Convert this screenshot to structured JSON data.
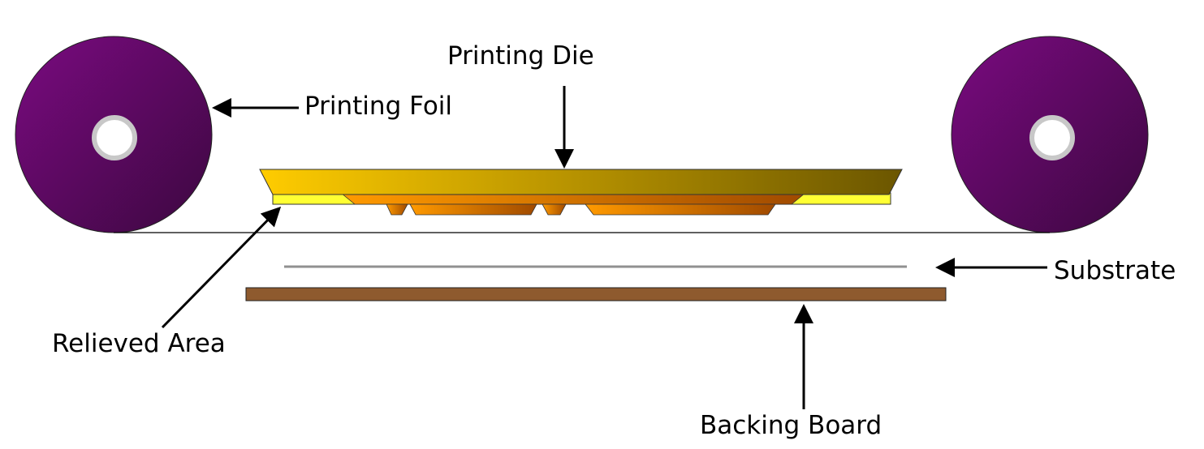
{
  "labels": {
    "printing_die": "Printing Die",
    "printing_foil": "Printing Foil",
    "substrate": "Substrate",
    "relieved_area": "Relieved Area",
    "backing_board": "Backing Board"
  },
  "colors": {
    "foil_roll_light": "#7a0a80",
    "foil_roll_dark": "#3c0840",
    "die_light": "#ffcc00",
    "die_dark": "#6b5600",
    "relief_yellow": "#ffff33",
    "relief_orange_light": "#ff9a00",
    "relief_orange_dark": "#a04a00",
    "substrate": "#909090",
    "backing_board": "#8e5a2e",
    "hub": "#c8c8c8"
  }
}
